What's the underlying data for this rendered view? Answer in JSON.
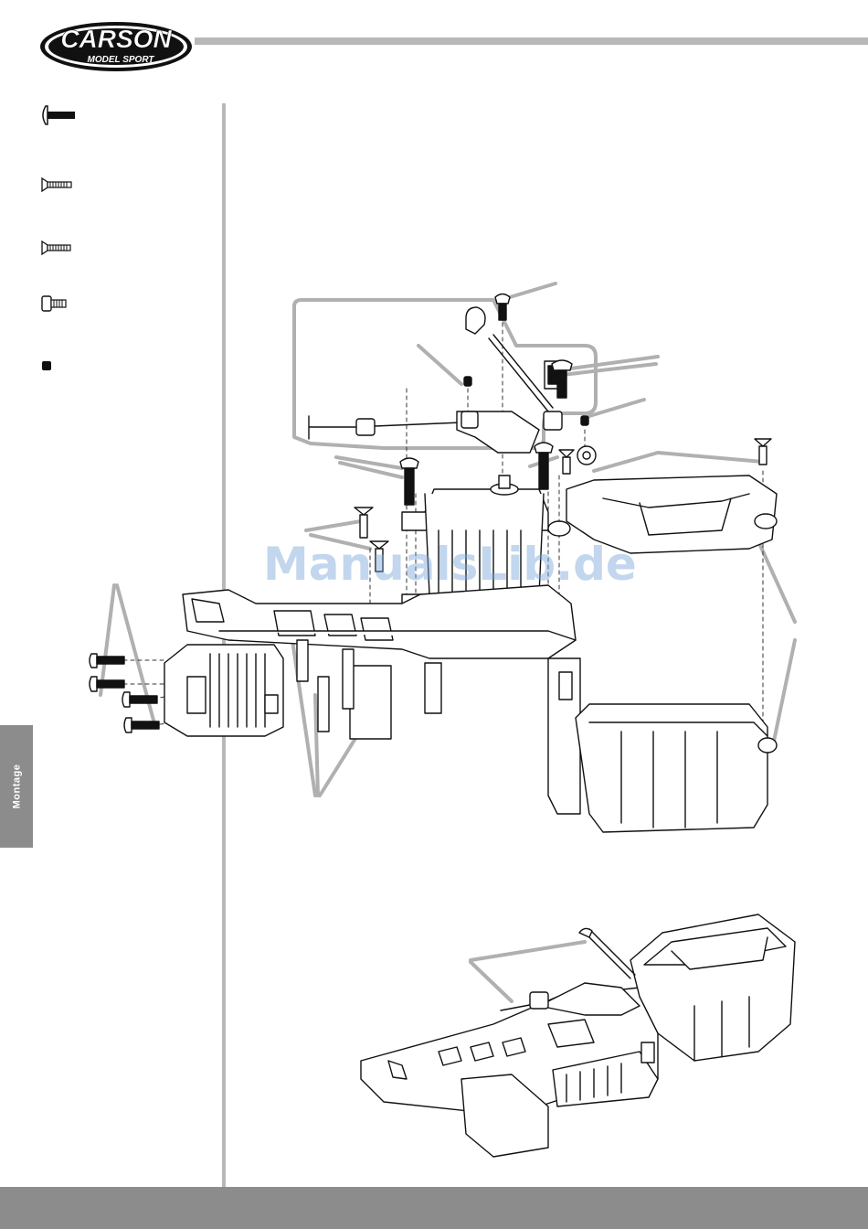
{
  "brand": {
    "name": "CARSON",
    "tagline": "MODEL SPORT"
  },
  "side_tab": {
    "label": "Montage"
  },
  "watermark": {
    "text": "ManualsLib.de"
  },
  "legend": {
    "items": [
      {
        "icon": "button-head-screw-icon"
      },
      {
        "icon": "countersunk-screw-long-icon"
      },
      {
        "icon": "countersunk-screw-short-icon"
      },
      {
        "icon": "cap-screw-icon"
      },
      {
        "icon": "grub-screw-icon"
      }
    ]
  },
  "colors": {
    "rule_gray": "#b8b8b8",
    "bar_gray": "#8c8c8c",
    "line_black": "#111111",
    "watermark_blue": "#78a5d7"
  }
}
